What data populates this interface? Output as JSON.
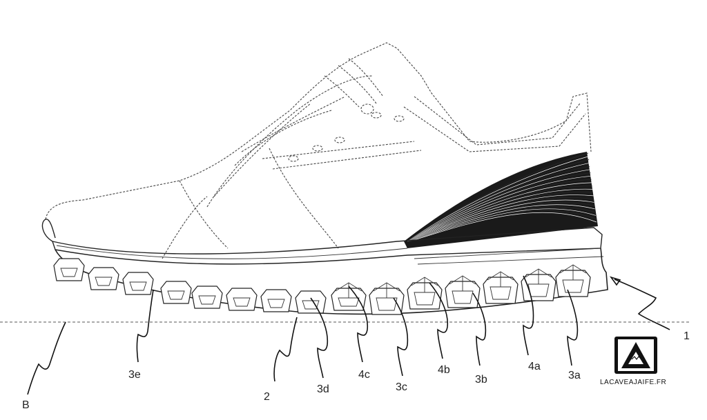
{
  "figure": {
    "ground_label": "B",
    "leader_labels": [
      {
        "id": "1",
        "text": "1"
      },
      {
        "id": "2",
        "text": "2"
      },
      {
        "id": "3a",
        "text": "3a"
      },
      {
        "id": "3b",
        "text": "3b"
      },
      {
        "id": "3c",
        "text": "3c"
      },
      {
        "id": "3d",
        "text": "3d"
      },
      {
        "id": "3e",
        "text": "3e"
      },
      {
        "id": "4a",
        "text": "4a"
      },
      {
        "id": "4b",
        "text": "4b"
      },
      {
        "id": "4c",
        "text": "4c"
      }
    ]
  },
  "watermark": {
    "text": "LaCaveAJaife.fr",
    "icon": "triangle-logo-icon"
  }
}
